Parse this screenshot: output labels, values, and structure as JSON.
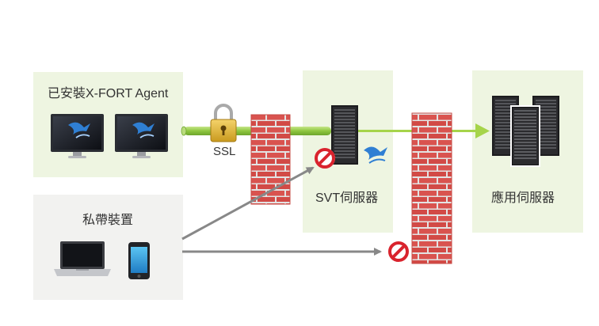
{
  "agent_group": {
    "label": "已安裝X-FORT Agent"
  },
  "ssl": {
    "label": "SSL"
  },
  "svt_server": {
    "label": "SVT伺服器"
  },
  "app_server": {
    "label": "應用伺服器"
  },
  "private_devices": {
    "label": "私帶裝置"
  },
  "colors": {
    "panel_green": "#eef5e1",
    "panel_grey": "#f2f2f0",
    "tunnel": "#8ec63f",
    "arrow_grey": "#888888",
    "arrow_green": "#a6d44a",
    "brick": "#d9534f",
    "block": "#d9232d"
  }
}
